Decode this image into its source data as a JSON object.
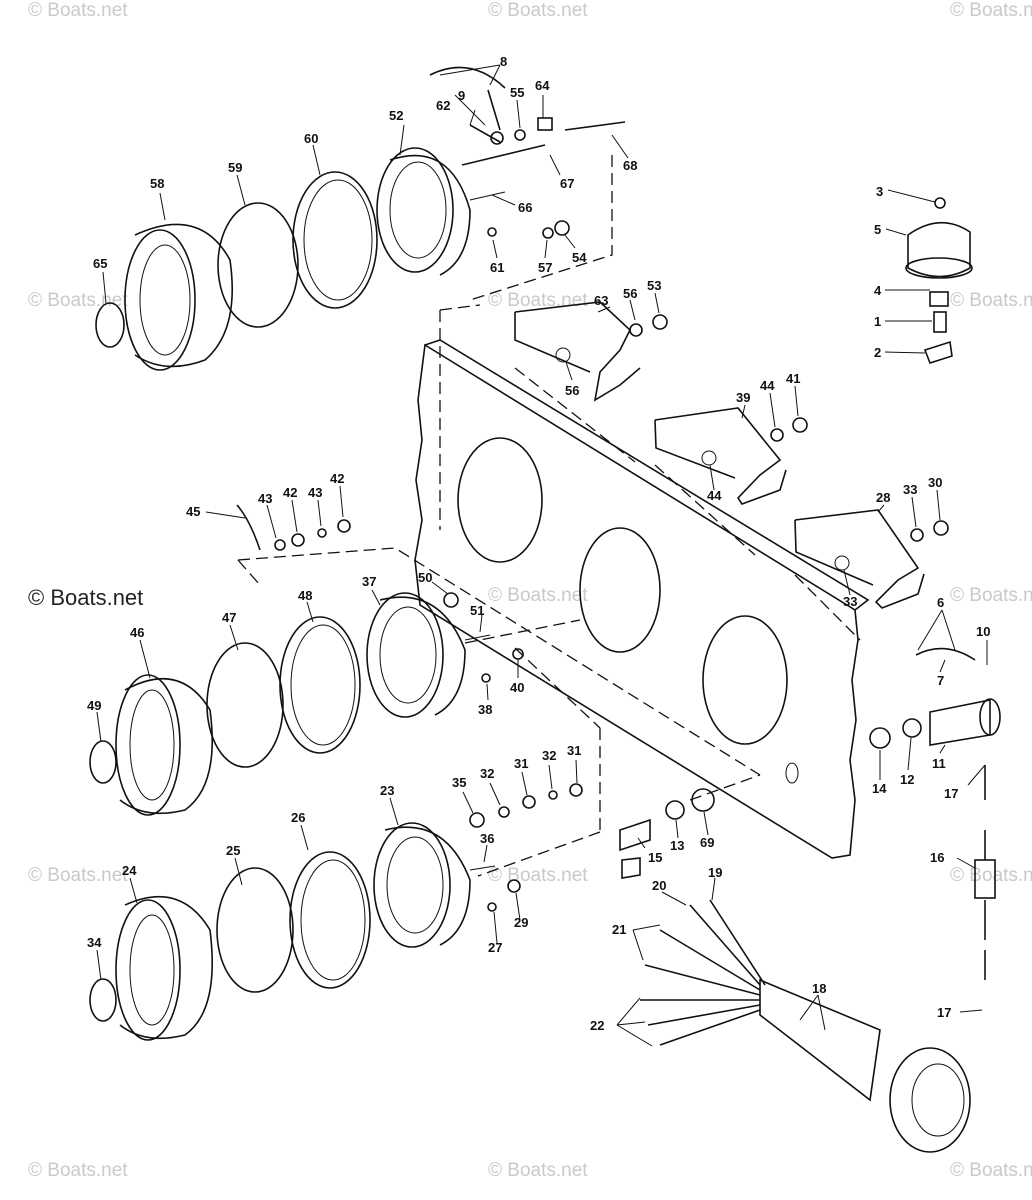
{
  "watermarks": {
    "site": "© Boats.net"
  },
  "callouts": [
    {
      "id": "c8",
      "text": "8"
    },
    {
      "id": "c9",
      "text": "9"
    },
    {
      "id": "c62",
      "text": "62"
    },
    {
      "id": "c55",
      "text": "55"
    },
    {
      "id": "c64",
      "text": "64"
    },
    {
      "id": "c52",
      "text": "52"
    },
    {
      "id": "c60",
      "text": "60"
    },
    {
      "id": "c59",
      "text": "59"
    },
    {
      "id": "c58",
      "text": "58"
    },
    {
      "id": "c68",
      "text": "68"
    },
    {
      "id": "c67",
      "text": "67"
    },
    {
      "id": "c66",
      "text": "66"
    },
    {
      "id": "c61",
      "text": "61"
    },
    {
      "id": "c57",
      "text": "57"
    },
    {
      "id": "c54",
      "text": "54"
    },
    {
      "id": "c65",
      "text": "65"
    },
    {
      "id": "c63",
      "text": "63"
    },
    {
      "id": "c56a",
      "text": "56"
    },
    {
      "id": "c53",
      "text": "53"
    },
    {
      "id": "c56b",
      "text": "56"
    },
    {
      "id": "c3",
      "text": "3"
    },
    {
      "id": "c5",
      "text": "5"
    },
    {
      "id": "c4",
      "text": "4"
    },
    {
      "id": "c1",
      "text": "1"
    },
    {
      "id": "c2",
      "text": "2"
    },
    {
      "id": "c39",
      "text": "39"
    },
    {
      "id": "c44a",
      "text": "44"
    },
    {
      "id": "c41",
      "text": "41"
    },
    {
      "id": "c44b",
      "text": "44"
    },
    {
      "id": "c28",
      "text": "28"
    },
    {
      "id": "c33a",
      "text": "33"
    },
    {
      "id": "c30",
      "text": "30"
    },
    {
      "id": "c33b",
      "text": "33"
    },
    {
      "id": "c45",
      "text": "45"
    },
    {
      "id": "c43a",
      "text": "43"
    },
    {
      "id": "c42a",
      "text": "42"
    },
    {
      "id": "c43b",
      "text": "43"
    },
    {
      "id": "c42b",
      "text": "42"
    },
    {
      "id": "c37",
      "text": "37"
    },
    {
      "id": "c50",
      "text": "50"
    },
    {
      "id": "c48",
      "text": "48"
    },
    {
      "id": "c47",
      "text": "47"
    },
    {
      "id": "c46",
      "text": "46"
    },
    {
      "id": "c51",
      "text": "51"
    },
    {
      "id": "c49",
      "text": "49"
    },
    {
      "id": "c40",
      "text": "40"
    },
    {
      "id": "c38",
      "text": "38"
    },
    {
      "id": "c6",
      "text": "6"
    },
    {
      "id": "c10",
      "text": "10"
    },
    {
      "id": "c7",
      "text": "7"
    },
    {
      "id": "c14",
      "text": "14"
    },
    {
      "id": "c12",
      "text": "12"
    },
    {
      "id": "c11",
      "text": "11"
    },
    {
      "id": "c17a",
      "text": "17"
    },
    {
      "id": "c35",
      "text": "35"
    },
    {
      "id": "c32a",
      "text": "32"
    },
    {
      "id": "c31a",
      "text": "31"
    },
    {
      "id": "c32b",
      "text": "32"
    },
    {
      "id": "c31b",
      "text": "31"
    },
    {
      "id": "c23",
      "text": "23"
    },
    {
      "id": "c36",
      "text": "36"
    },
    {
      "id": "c13",
      "text": "13"
    },
    {
      "id": "c69",
      "text": "69"
    },
    {
      "id": "c15",
      "text": "15"
    },
    {
      "id": "c26",
      "text": "26"
    },
    {
      "id": "c25",
      "text": "25"
    },
    {
      "id": "c24",
      "text": "24"
    },
    {
      "id": "c29",
      "text": "29"
    },
    {
      "id": "c27",
      "text": "27"
    },
    {
      "id": "c34",
      "text": "34"
    },
    {
      "id": "c16",
      "text": "16"
    },
    {
      "id": "c20",
      "text": "20"
    },
    {
      "id": "c19",
      "text": "19"
    },
    {
      "id": "c21",
      "text": "21"
    },
    {
      "id": "c18",
      "text": "18"
    },
    {
      "id": "c22",
      "text": "22"
    },
    {
      "id": "c17b",
      "text": "17"
    }
  ]
}
